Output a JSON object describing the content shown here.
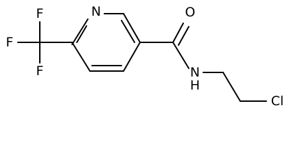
{
  "molecule": {
    "atoms": {
      "n_ring": "N",
      "o_carbonyl": "O",
      "f_top": "F",
      "f_left": "F",
      "f_bottom": "F",
      "nh_amide": "N",
      "h_amide": "H",
      "cl": "Cl"
    }
  }
}
